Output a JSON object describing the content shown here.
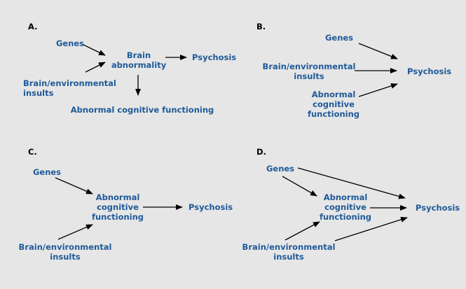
{
  "panels": {
    "a": {
      "letter": "A.",
      "genes": "Genes",
      "insults_l1": "Brain/environmental",
      "insults_l2": "insults",
      "brain_l1": "Brain",
      "brain_l2": "abnormality",
      "psychosis": "Psychosis",
      "cognitive": "Abnormal cognitive functioning"
    },
    "b": {
      "letter": "B.",
      "genes": "Genes",
      "insults_l1": "Brain/environmental",
      "insults_l2": "insults",
      "cog_l1": "Abnormal",
      "cog_l2": "cognitive",
      "cog_l3": "functioning",
      "psychosis": "Psychosis"
    },
    "c": {
      "letter": "C.",
      "genes": "Genes",
      "cog_l1": "Abnormal",
      "cog_l2": "cognitive",
      "cog_l3": "functioning",
      "psychosis": "Psychosis",
      "insults_l1": "Brain/environmental",
      "insults_l2": "insults"
    },
    "d": {
      "letter": "D.",
      "genes": "Genes",
      "cog_l1": "Abnormal",
      "cog_l2": "cognitive",
      "cog_l3": "functioning",
      "psychosis": "Psychosis",
      "insults_l1": "Brain/environmental",
      "insults_l2": "insults"
    }
  },
  "colors": {
    "label": "#1f5a99",
    "arrow": "#000000",
    "background": "#e6e6e6"
  }
}
